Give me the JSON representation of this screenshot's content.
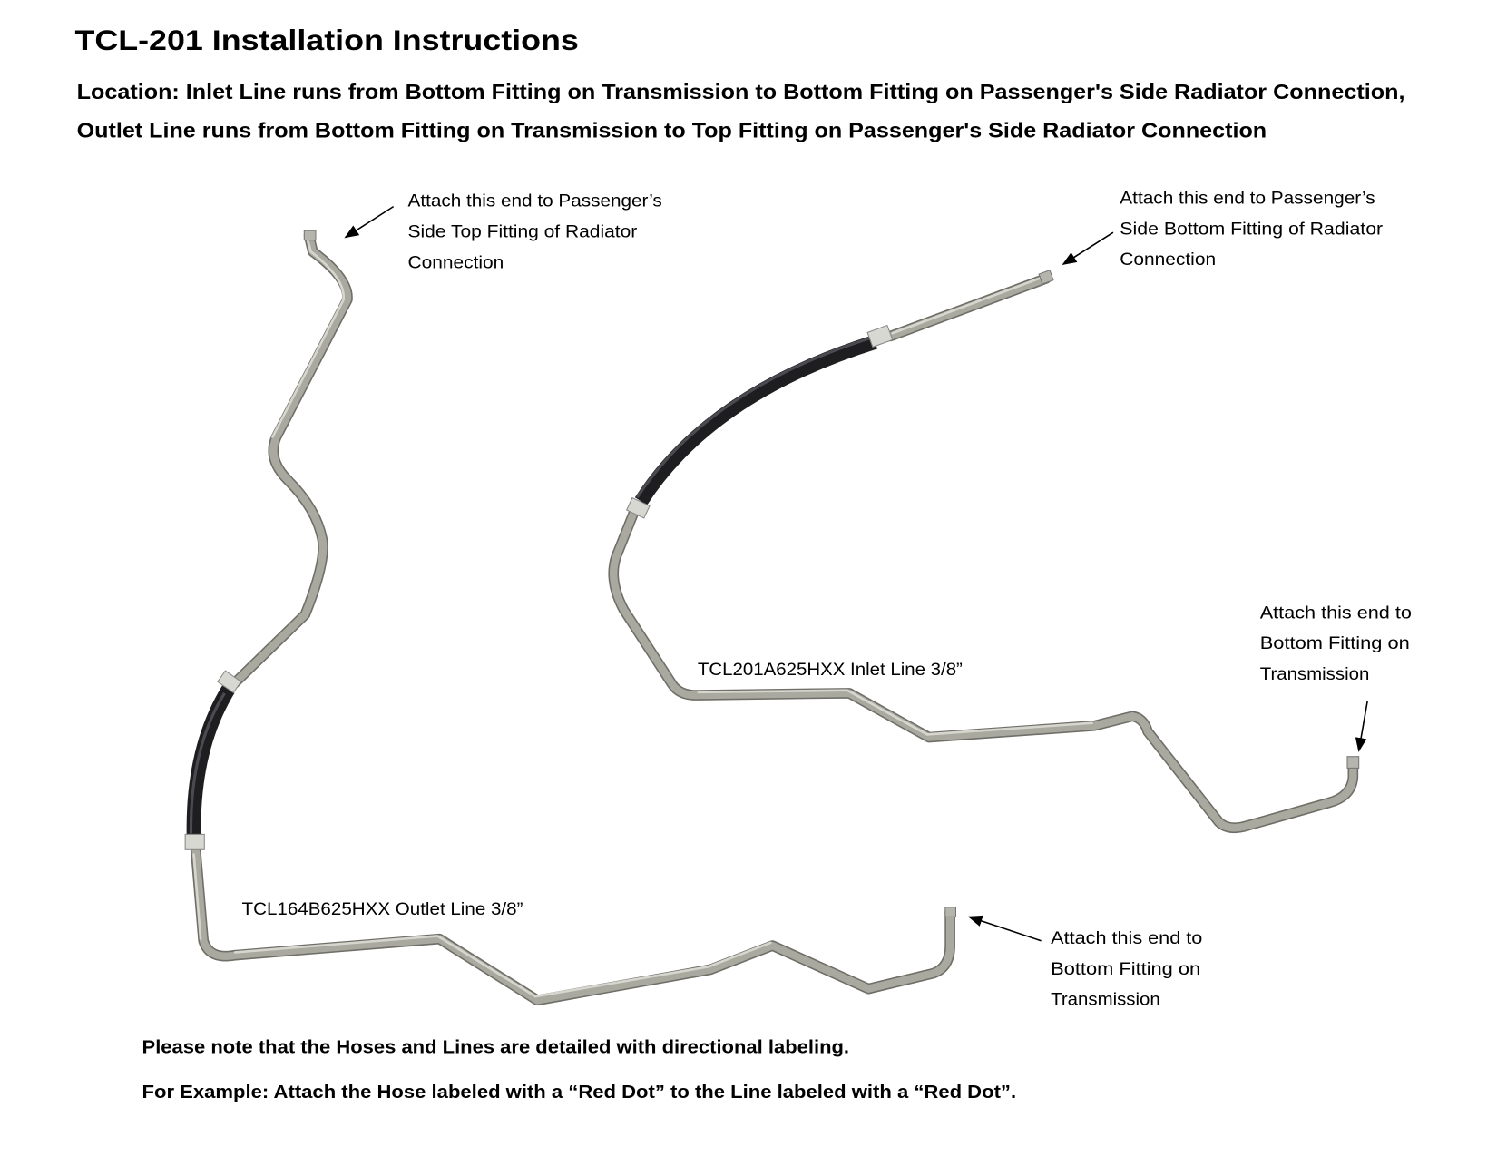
{
  "title": "TCL-201 Installation Instructions",
  "location": {
    "line1": "Location: Inlet Line runs from Bottom Fitting on Transmission to Bottom Fitting on Passenger's Side Radiator Connection,",
    "line2": "Outlet Line runs from Bottom Fitting on Transmission to Top Fitting on Passenger's Side Radiator Connection"
  },
  "annotations": {
    "outlet_top": [
      "Attach this end to Passenger’s",
      "Side Top Fitting of Radiator",
      "Connection"
    ],
    "inlet_top": [
      "Attach this end to Passenger’s",
      "Side Bottom Fitting of Radiator",
      "Connection"
    ],
    "inlet_bottom": [
      "Attach this end to",
      "Bottom Fitting on",
      "Transmission"
    ],
    "outlet_bottom": [
      "Attach this end to",
      "Bottom Fitting on",
      "Transmission"
    ]
  },
  "labels": {
    "inlet": "TCL201A625HXX Inlet Line 3/8”",
    "outlet": "TCL164B625HXX Outlet Line 3/8”"
  },
  "notes": {
    "line1": "Please note that the Hoses and Lines are detailed with directional labeling.",
    "line2": "For Example: Attach the Hose labeled with a “Red Dot” to the Line labeled with a “Red Dot”."
  },
  "colors": {
    "pipe": "#a9a9a0",
    "hose": "#1e1e20",
    "text": "#000000"
  }
}
